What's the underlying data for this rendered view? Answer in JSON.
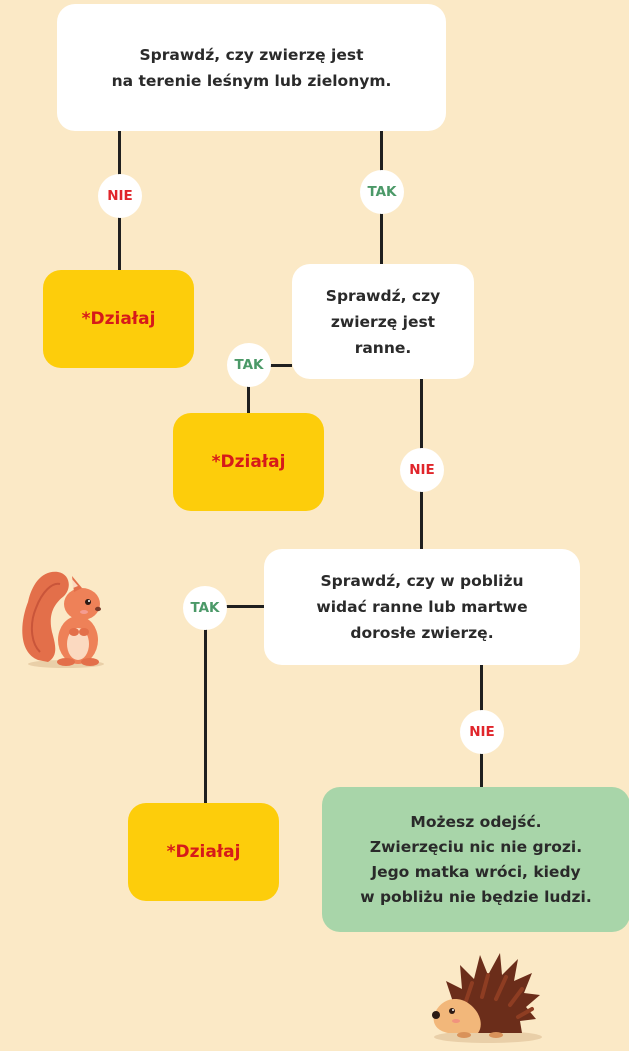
{
  "colors": {
    "background": "#fbe9c6",
    "question_box": "#ffffff",
    "action_box": "#fdcd0b",
    "action_text": "#d61a1a",
    "result_box": "#a8d5a9",
    "nie_text": "#e0252b",
    "tak_text": "#4b9968",
    "connector": "#1f1f1f"
  },
  "questions": {
    "q1": "Sprawdź, czy zwierzę jest\nna terenie leśnym lub zielonym.",
    "q2": "Sprawdź, czy\nzwierzę jest\nranne.",
    "q3": "Sprawdź, czy w pobliżu\nwidać ranne lub martwe\ndorosłe zwierzę."
  },
  "actions": {
    "a1": "*Działaj",
    "a2": "*Działaj",
    "a3": "*Działaj"
  },
  "result": "Możesz odejść.\nZwierzęciu nic nie grozi.\nJego matka wróci, kiedy\nw pobliżu nie będzie ludzi.",
  "badges": {
    "nie": "NIE",
    "tak": "TAK"
  },
  "illustrations": [
    "squirrel",
    "hedgehog"
  ]
}
